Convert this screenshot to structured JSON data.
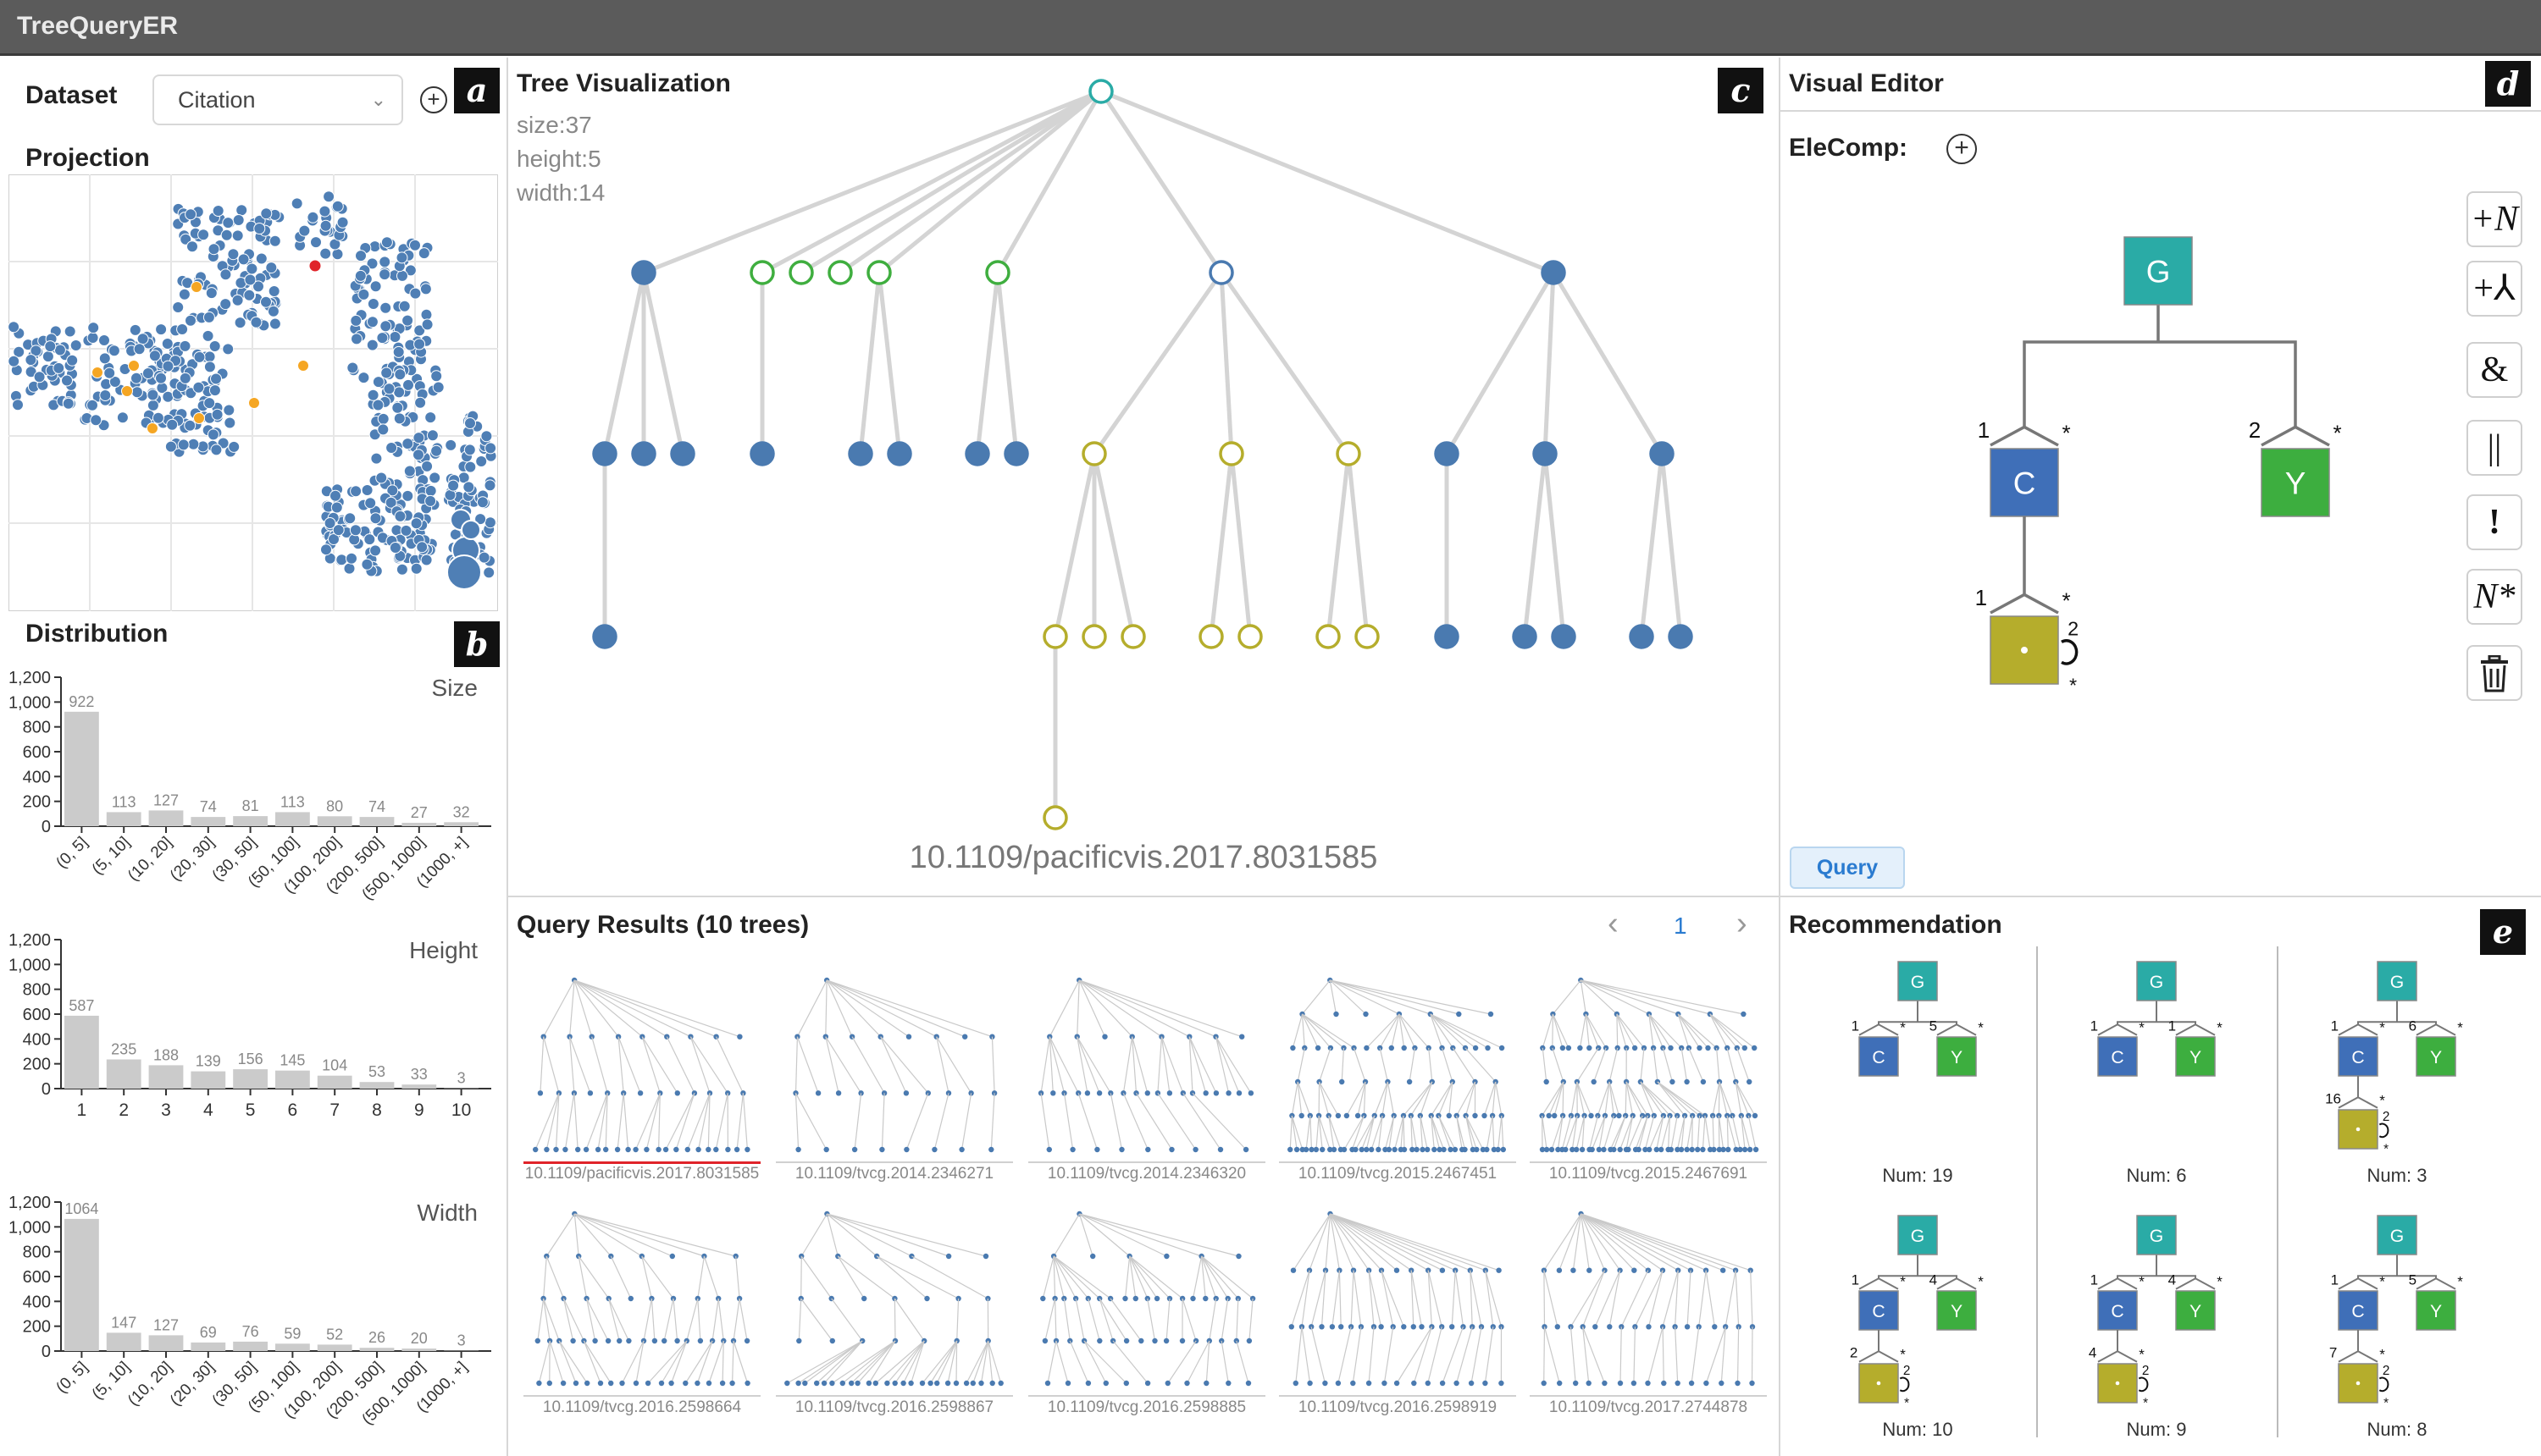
{
  "app": {
    "title": "TreeQueryER"
  },
  "badges": {
    "a": "a",
    "b": "b",
    "c": "c",
    "d": "d",
    "e": "e"
  },
  "dataset": {
    "label": "Dataset",
    "selected": "Citation",
    "chevron": "chevron-down-icon"
  },
  "projection": {
    "title": "Projection",
    "colors": {
      "point": "#4f7fb5",
      "highlight": "#f5a623",
      "selected": "#e0242a",
      "grid": "#e6e6e6"
    }
  },
  "distribution": {
    "title": "Distribution",
    "charts": [
      {
        "type": "bar",
        "title": "Size",
        "yticks": [
          0,
          200,
          400,
          600,
          800,
          1000,
          1200
        ],
        "ytick_labels": [
          "0",
          "200",
          "400",
          "600",
          "800",
          "1,000",
          "1,200"
        ],
        "ylim": [
          0,
          1200
        ],
        "categories": [
          "(0, 5]",
          "(5, 10]",
          "(10, 20]",
          "(20, 30]",
          "(30, 50]",
          "(50, 100]",
          "(100, 200]",
          "(200, 500]",
          "(500, 1000]",
          "(1000, +]"
        ],
        "values": [
          922,
          113,
          127,
          74,
          81,
          113,
          80,
          74,
          27,
          32
        ],
        "rotate_labels": true
      },
      {
        "type": "bar",
        "title": "Height",
        "yticks": [
          0,
          200,
          400,
          600,
          800,
          1000,
          1200
        ],
        "ytick_labels": [
          "0",
          "200",
          "400",
          "600",
          "800",
          "1,000",
          "1,200"
        ],
        "ylim": [
          0,
          1200
        ],
        "categories": [
          "1",
          "2",
          "3",
          "4",
          "5",
          "6",
          "7",
          "8",
          "9",
          "10"
        ],
        "values": [
          587,
          235,
          188,
          139,
          156,
          145,
          104,
          53,
          33,
          3
        ],
        "rotate_labels": false
      },
      {
        "type": "bar",
        "title": "Width",
        "yticks": [
          0,
          200,
          400,
          600,
          800,
          1000,
          1200
        ],
        "ytick_labels": [
          "0",
          "200",
          "400",
          "600",
          "800",
          "1,000",
          "1,200"
        ],
        "ylim": [
          0,
          1200
        ],
        "categories": [
          "(0, 5]",
          "(5, 10]",
          "(10, 20]",
          "(20, 30]",
          "(30, 50]",
          "(50, 100]",
          "(100, 200]",
          "(200, 500]",
          "(500, 1000]",
          "(1000, +]"
        ],
        "values": [
          1064,
          147,
          127,
          69,
          76,
          59,
          52,
          26,
          20,
          3
        ],
        "rotate_labels": true
      }
    ]
  },
  "tree_viz": {
    "title": "Tree Visualization",
    "size_label": "size:37",
    "height_label": "height:5",
    "width_label": "width:14",
    "doi": "10.1109/pacificvis.2017.8031585",
    "colors": {
      "blue": "#4a7ab0",
      "green": "#3fae3f",
      "olive": "#b5ad2c",
      "teal": "#2aaba6",
      "edge": "#d4d4d4"
    }
  },
  "query_results": {
    "title": "Query Results (10 trees)",
    "page": "1",
    "prev": "‹",
    "next": "›",
    "items": [
      "10.1109/pacificvis.2017.8031585",
      "10.1109/tvcg.2014.2346271",
      "10.1109/tvcg.2014.2346320",
      "10.1109/tvcg.2015.2467451",
      "10.1109/tvcg.2015.2467691",
      "10.1109/tvcg.2016.2598664",
      "10.1109/tvcg.2016.2598867",
      "10.1109/tvcg.2016.2598885",
      "10.1109/tvcg.2016.2598919",
      "10.1109/tvcg.2017.2744878"
    ]
  },
  "visual_editor": {
    "title": "Visual Editor",
    "elecomp_label": "EleComp:",
    "tools": [
      "+N",
      "+⅄",
      "&",
      "||",
      "!",
      "N*",
      "trash-icon"
    ],
    "nodes": {
      "g": "G",
      "c": "C",
      "y": "Y"
    },
    "markers": {
      "c_min": "1",
      "c_max": "*",
      "y_min": "2",
      "y_max": "*",
      "child_min": "1",
      "child_max": "*",
      "loop_min": "2",
      "loop_max": "*"
    },
    "query_button": "Query"
  },
  "recommendation": {
    "title": "Recommendation",
    "items": [
      {
        "c": "1",
        "y": "5",
        "loop": "",
        "loop_min": "",
        "num": "Num: 19"
      },
      {
        "c": "1",
        "y": "1",
        "loop": "",
        "loop_min": "",
        "num": "Num: 6"
      },
      {
        "c": "1",
        "y": "6",
        "loop": "16",
        "loop_min": "2",
        "num": "Num: 3"
      },
      {
        "c": "1",
        "y": "4",
        "loop": "2",
        "loop_min": "2",
        "num": "Num: 10"
      },
      {
        "c": "1",
        "y": "4",
        "loop": "4",
        "loop_min": "2",
        "num": "Num: 9"
      },
      {
        "c": "1",
        "y": "5",
        "loop": "7",
        "loop_min": "2",
        "num": "Num: 8"
      }
    ]
  }
}
